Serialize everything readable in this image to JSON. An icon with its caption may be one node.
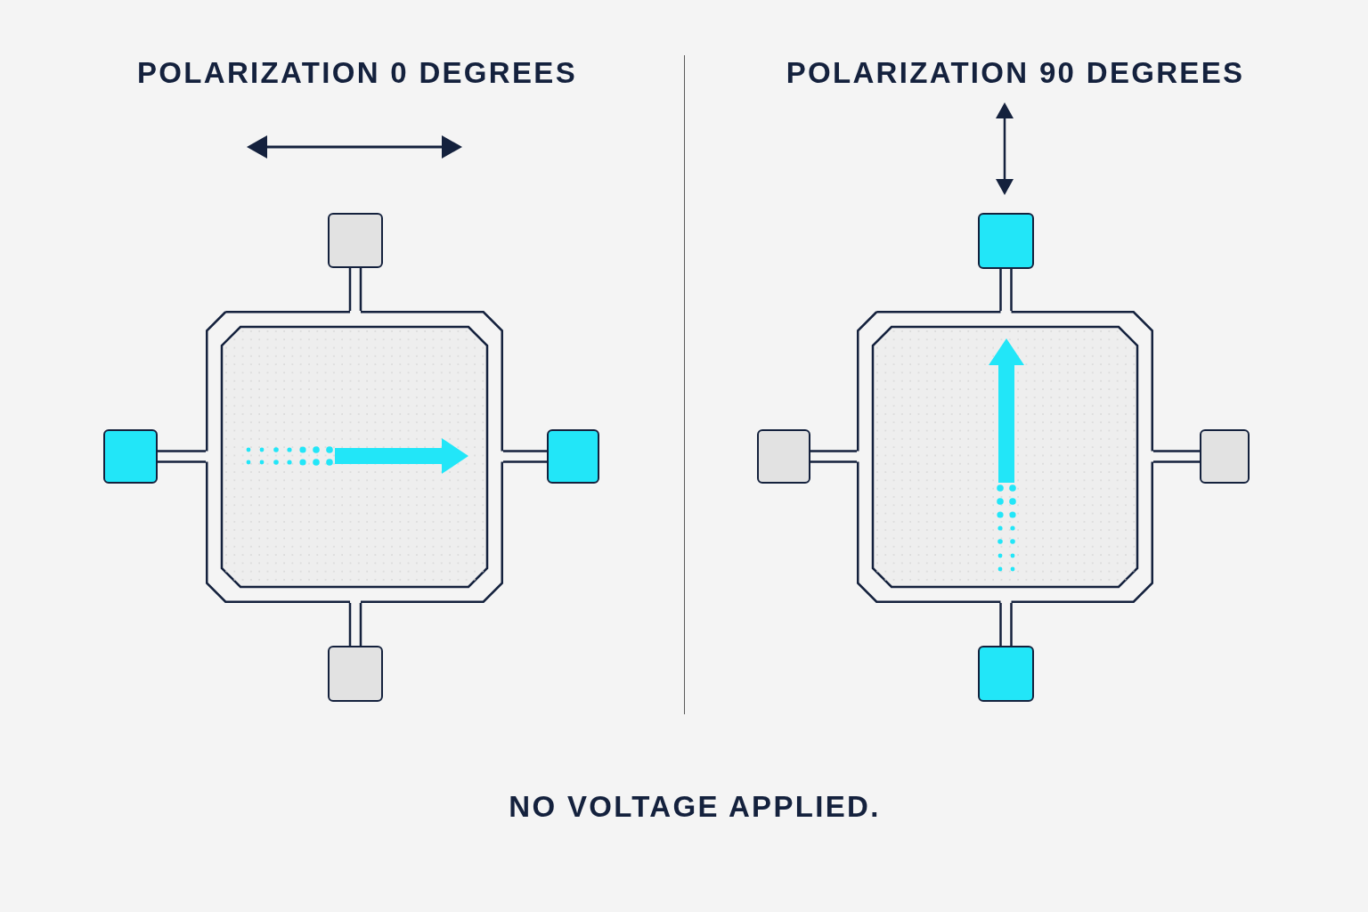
{
  "diagram": {
    "caption": "NO VOLTAGE APPLIED.",
    "nodes": [
      {
        "text": [],
        "shape": "octagon"
      },
      {
        "text": [],
        "shape": "box"
      },
      {
        "text": [],
        "shape": "box"
      },
      {
        "text": [],
        "shape": "box"
      },
      {
        "text": [],
        "shape": "box"
      },
      {
        "text": [],
        "shape": "octagon"
      },
      {
        "text": [],
        "shape": "box"
      },
      {
        "text": [],
        "shape": "box"
      },
      {
        "text": [],
        "shape": "box"
      },
      {
        "text": [],
        "shape": "box"
      }
    ],
    "edges": [
      {
        "from": 1,
        "to": 0,
        "arrow": "none"
      },
      {
        "from": 2,
        "to": 0,
        "arrow": "none"
      },
      {
        "from": 3,
        "to": 0,
        "arrow": "none"
      },
      {
        "from": 4,
        "to": 0,
        "arrow": "none"
      },
      {
        "from": 6,
        "to": 5,
        "arrow": "none"
      },
      {
        "from": 7,
        "to": 5,
        "arrow": "none"
      },
      {
        "from": 8,
        "to": 5,
        "arrow": "none"
      },
      {
        "from": 9,
        "to": 5,
        "arrow": "none"
      }
    ],
    "labels": [
      "POLARIZATION 0 DEGREES",
      "POLARIZATION 90 DEGREES"
    ]
  }
}
